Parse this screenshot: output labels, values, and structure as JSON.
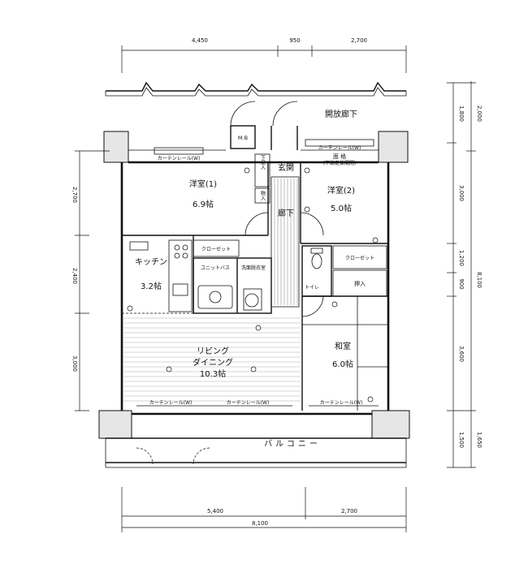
{
  "corridor": "開放廊下",
  "balcony": "バルコニー",
  "entrance": "玄関",
  "hallway": "廊下",
  "mb": "M.B",
  "shoe_box": "下足入",
  "storage_small": "物入",
  "rooms": {
    "western1": {
      "name": "洋室(1)",
      "size": "6.9帖"
    },
    "western2": {
      "name": "洋室(2)",
      "size": "5.0帖"
    },
    "kitchen": {
      "name": "キッチン",
      "size": "3.2帖"
    },
    "living": {
      "name": "リビング",
      "name2": "ダイニング",
      "size": "10.3帖"
    },
    "japanese": {
      "name": "和室",
      "size": "6.0帖"
    },
    "bath": "ユニットバス",
    "washroom": "洗面脱衣室",
    "toilet": "トイレ",
    "closet": "クローゼット",
    "closet2": "クローゼット",
    "oshiire": "押入"
  },
  "window_labels": {
    "top_left": "カーテンレール(W)",
    "top_right": "カーテンレール(W)",
    "top_right_note": "面 格",
    "top_right_note2": "(下部足掛開閉)",
    "bottom1": "カーテンレール(W)",
    "bottom2": "カーテンレール(W)",
    "bottom3": "カーテンレール(W)"
  },
  "dims": {
    "top": [
      "4,450",
      "950",
      "2,700"
    ],
    "bottom_inner": [
      "5,400",
      "2,700"
    ],
    "bottom_total": "8,100",
    "left": [
      "2,700",
      "2,400",
      "3,000"
    ],
    "right_a": [
      "1,800",
      "3,000",
      "1,200",
      "900",
      "3,600",
      "1,500"
    ],
    "right_b": [
      "2,000",
      "8,100",
      "1,650"
    ]
  }
}
